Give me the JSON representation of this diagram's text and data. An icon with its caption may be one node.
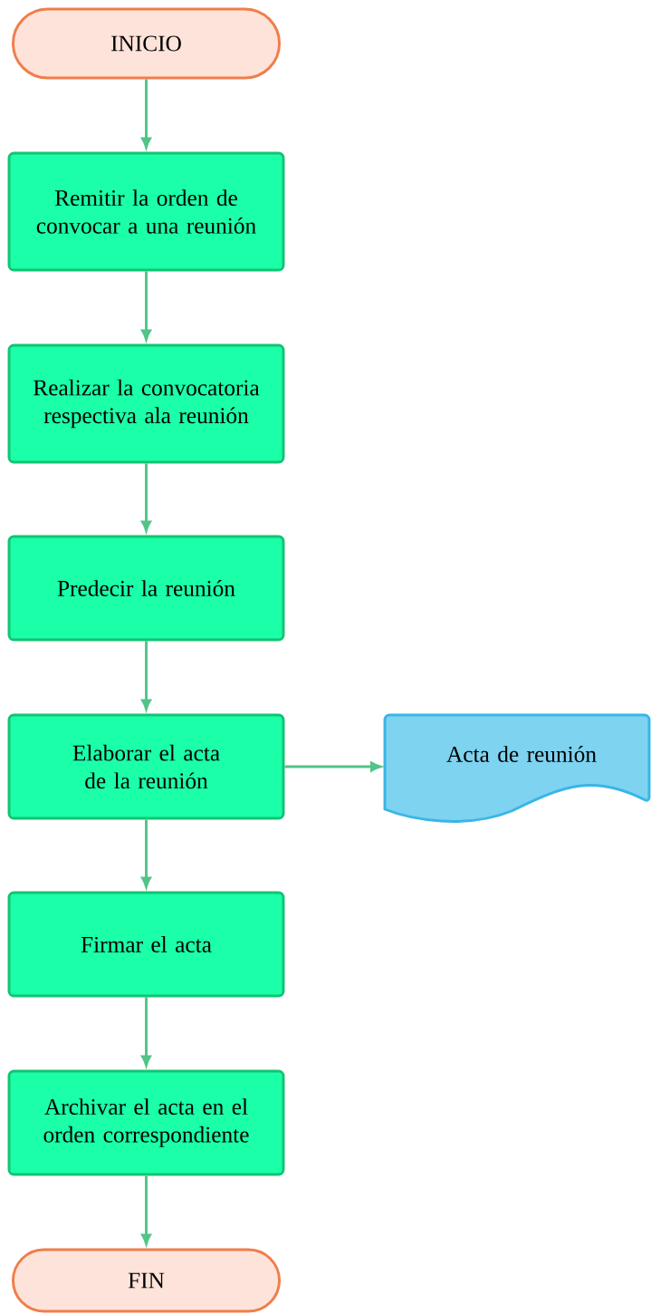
{
  "diagram": {
    "nodes": [
      {
        "text": [
          "INICIO"
        ]
      },
      {
        "text": [
          "Remitir la orden de convocar a una reunión"
        ]
      },
      {
        "text": [
          "Realizar la convocatoria respectiva ala reunión"
        ]
      },
      {
        "text": [
          "Predecir la reunión"
        ]
      },
      {
        "text": [
          "Elaborar el acta de la reunión"
        ]
      },
      {
        "text": [
          "Acta de reunión"
        ]
      },
      {
        "text": [
          "Firmar el acta"
        ]
      },
      {
        "text": [
          "Archivar el acta en el orden correspondiente"
        ]
      },
      {
        "text": [
          "FIN"
        ]
      }
    ],
    "edges": [
      {
        "from": 0,
        "to": 1,
        "arrow": "to"
      },
      {
        "from": 1,
        "to": 2,
        "arrow": "to"
      },
      {
        "from": 2,
        "to": 3,
        "arrow": "to"
      },
      {
        "from": 3,
        "to": 4,
        "arrow": "to"
      },
      {
        "from": 4,
        "to": 5,
        "arrow": "to"
      },
      {
        "from": 4,
        "to": 6,
        "arrow": "to"
      },
      {
        "from": 6,
        "to": 7,
        "arrow": "to"
      },
      {
        "from": 7,
        "to": 8,
        "arrow": "to"
      }
    ]
  }
}
